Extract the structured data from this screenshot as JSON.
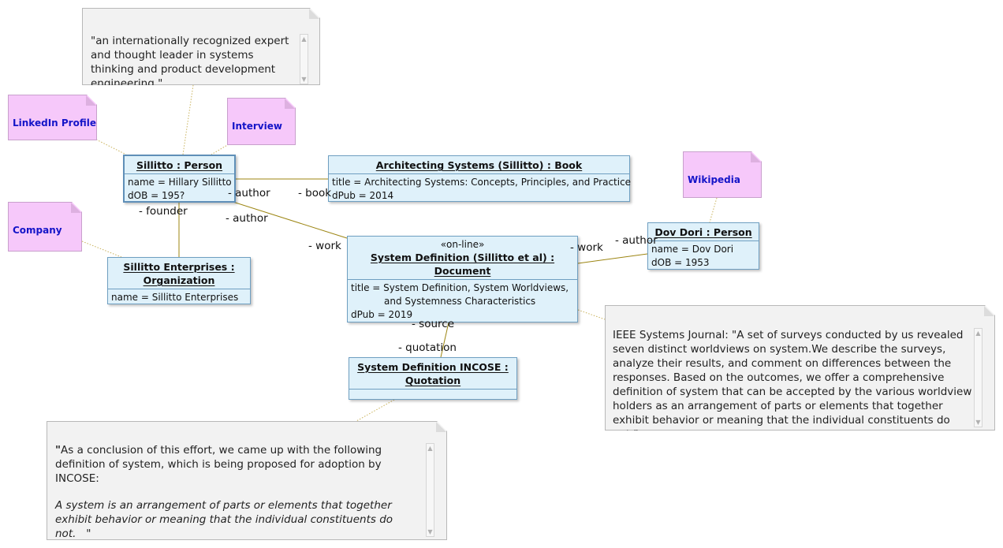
{
  "colors": {
    "association": "#9c8512",
    "anchor": "#c9b25a",
    "object_fill": "#dff1fa",
    "object_border": "#6f9fc1",
    "note_fill": "#f2f2f2",
    "link_note_fill": "#f6c8fa",
    "link_text": "#1414c8"
  },
  "notes": {
    "sillitto_quote": "\"an internationally recognized expert and thought leader in systems thinking and product development engineering.\"",
    "ieee_abstract": "IEEE Systems Journal: \"A set of surveys conducted by us revealed seven distinct worldviews on system.We describe the surveys, analyze their results, and comment on differences between the responses. Based on the outcomes, we offer a comprehensive definition of system that can be accepted by the various worldview holders as an arrangement of parts or elements that together exhibit behavior or meaning that the individual constituents do not.\"",
    "incose_quote": {
      "open_mark": "\"",
      "intro": "As a conclusion of this effort, we came up with the following definition of system, which is being proposed for adoption by INCOSE:",
      "definition": "A system is an arrangement of parts or elements that together exhibit behavior or meaning that the individual constituents do not.",
      "close_mark": "\""
    }
  },
  "links": {
    "linkedin": "LinkedIn Profile",
    "interview": "Interview",
    "company": "Company",
    "wikipedia": "Wikipedia"
  },
  "objects": {
    "sillitto": {
      "title": "Sillitto : Person",
      "attrs": [
        "name = Hillary Sillitto",
        "dOB = 195?"
      ]
    },
    "book": {
      "title": "Architecting Systems (Sillitto) : Book",
      "attrs": [
        "title = Architecting Systems: Concepts, Principles, and Practice",
        "dPub = 2014"
      ]
    },
    "enterprises": {
      "title_line1": "Sillitto Enterprises :",
      "title_line2": "Organization",
      "attrs": [
        "name = Sillitto Enterprises"
      ]
    },
    "document": {
      "stereotype": "«on-line»",
      "title_line1": "System Definition (Sillitto et al) :",
      "title_line2": "Document",
      "attrs": [
        "title = System Definition, System Worldviews,",
        "and Systemness Characteristics",
        "dPub = 2019"
      ]
    },
    "dori": {
      "title": "Dov Dori : Person",
      "attrs": [
        "name = Dov Dori",
        "dOB = 1953"
      ]
    },
    "quotation": {
      "title_line1": "System Definition INCOSE :",
      "title_line2": "Quotation"
    }
  },
  "roles": {
    "author_book": "- author",
    "book": "- book",
    "founder": "- founder",
    "author_doc": "- author",
    "work_sillitto": "- work",
    "work_dori": "- work",
    "author_dori": "- author",
    "source": "- source",
    "quotation": "- quotation"
  }
}
